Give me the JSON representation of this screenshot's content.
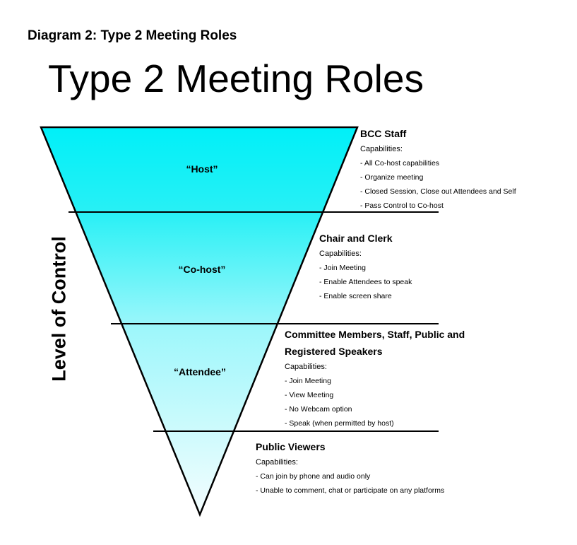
{
  "caption": "Diagram 2: Type 2 Meeting Roles",
  "title": "Type 2 Meeting Roles",
  "axis_label": "Level of Control",
  "colors": {
    "cyan_top": "#00f0f8",
    "cyan_mid": "#28f0f5",
    "cyan_low": "#9ef7fb",
    "cyan_bottom": "#f4fdfe",
    "line": "#000000"
  },
  "tiers": [
    {
      "label": "“Host”",
      "role": "BCC Staff",
      "capabilities_label": "Capabilities:",
      "items": [
        "- All Co-host capabilities",
        "- Organize meeting",
        "- Closed Session, Close out Attendees and Self",
        "- Pass Control to Co-host"
      ]
    },
    {
      "label": "“Co-host”",
      "role": "Chair and Clerk",
      "capabilities_label": "Capabilities:",
      "items": [
        "- Join Meeting",
        "- Enable Attendees to speak",
        "- Enable screen share"
      ]
    },
    {
      "label": "“Attendee”",
      "role_lines": [
        "Committee Members, Staff, Public and",
        "Registered Speakers"
      ],
      "capabilities_label": "Capabilities:",
      "items": [
        "- Join Meeting",
        "- View Meeting",
        "- No Webcam option",
        "- Speak (when permitted by host)"
      ]
    },
    {
      "label": "",
      "role": "Public Viewers",
      "capabilities_label": "Capabilities:",
      "items": [
        "- Can join by phone and audio only",
        "- Unable to comment, chat or participate on any platforms"
      ]
    }
  ]
}
